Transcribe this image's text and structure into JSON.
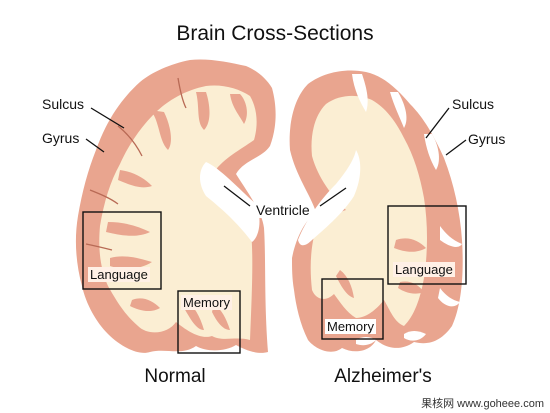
{
  "title": "Brain Cross-Sections",
  "left": {
    "caption": "Normal",
    "labels": {
      "sulcus": "Sulcus",
      "gyrus": "Gyrus"
    },
    "boxes": {
      "language": "Language",
      "memory": "Memory"
    }
  },
  "right": {
    "caption": "Alzheimer's",
    "labels": {
      "sulcus": "Sulcus",
      "gyrus": "Gyrus"
    },
    "boxes": {
      "language": "Language",
      "memory": "Memory"
    }
  },
  "center_label": "Ventricle",
  "watermark": "果核网 www.goheee.com",
  "colors": {
    "tissue_outer": "#e9a58f",
    "tissue_inner": "#fbeed3",
    "outline": "#111111"
  }
}
